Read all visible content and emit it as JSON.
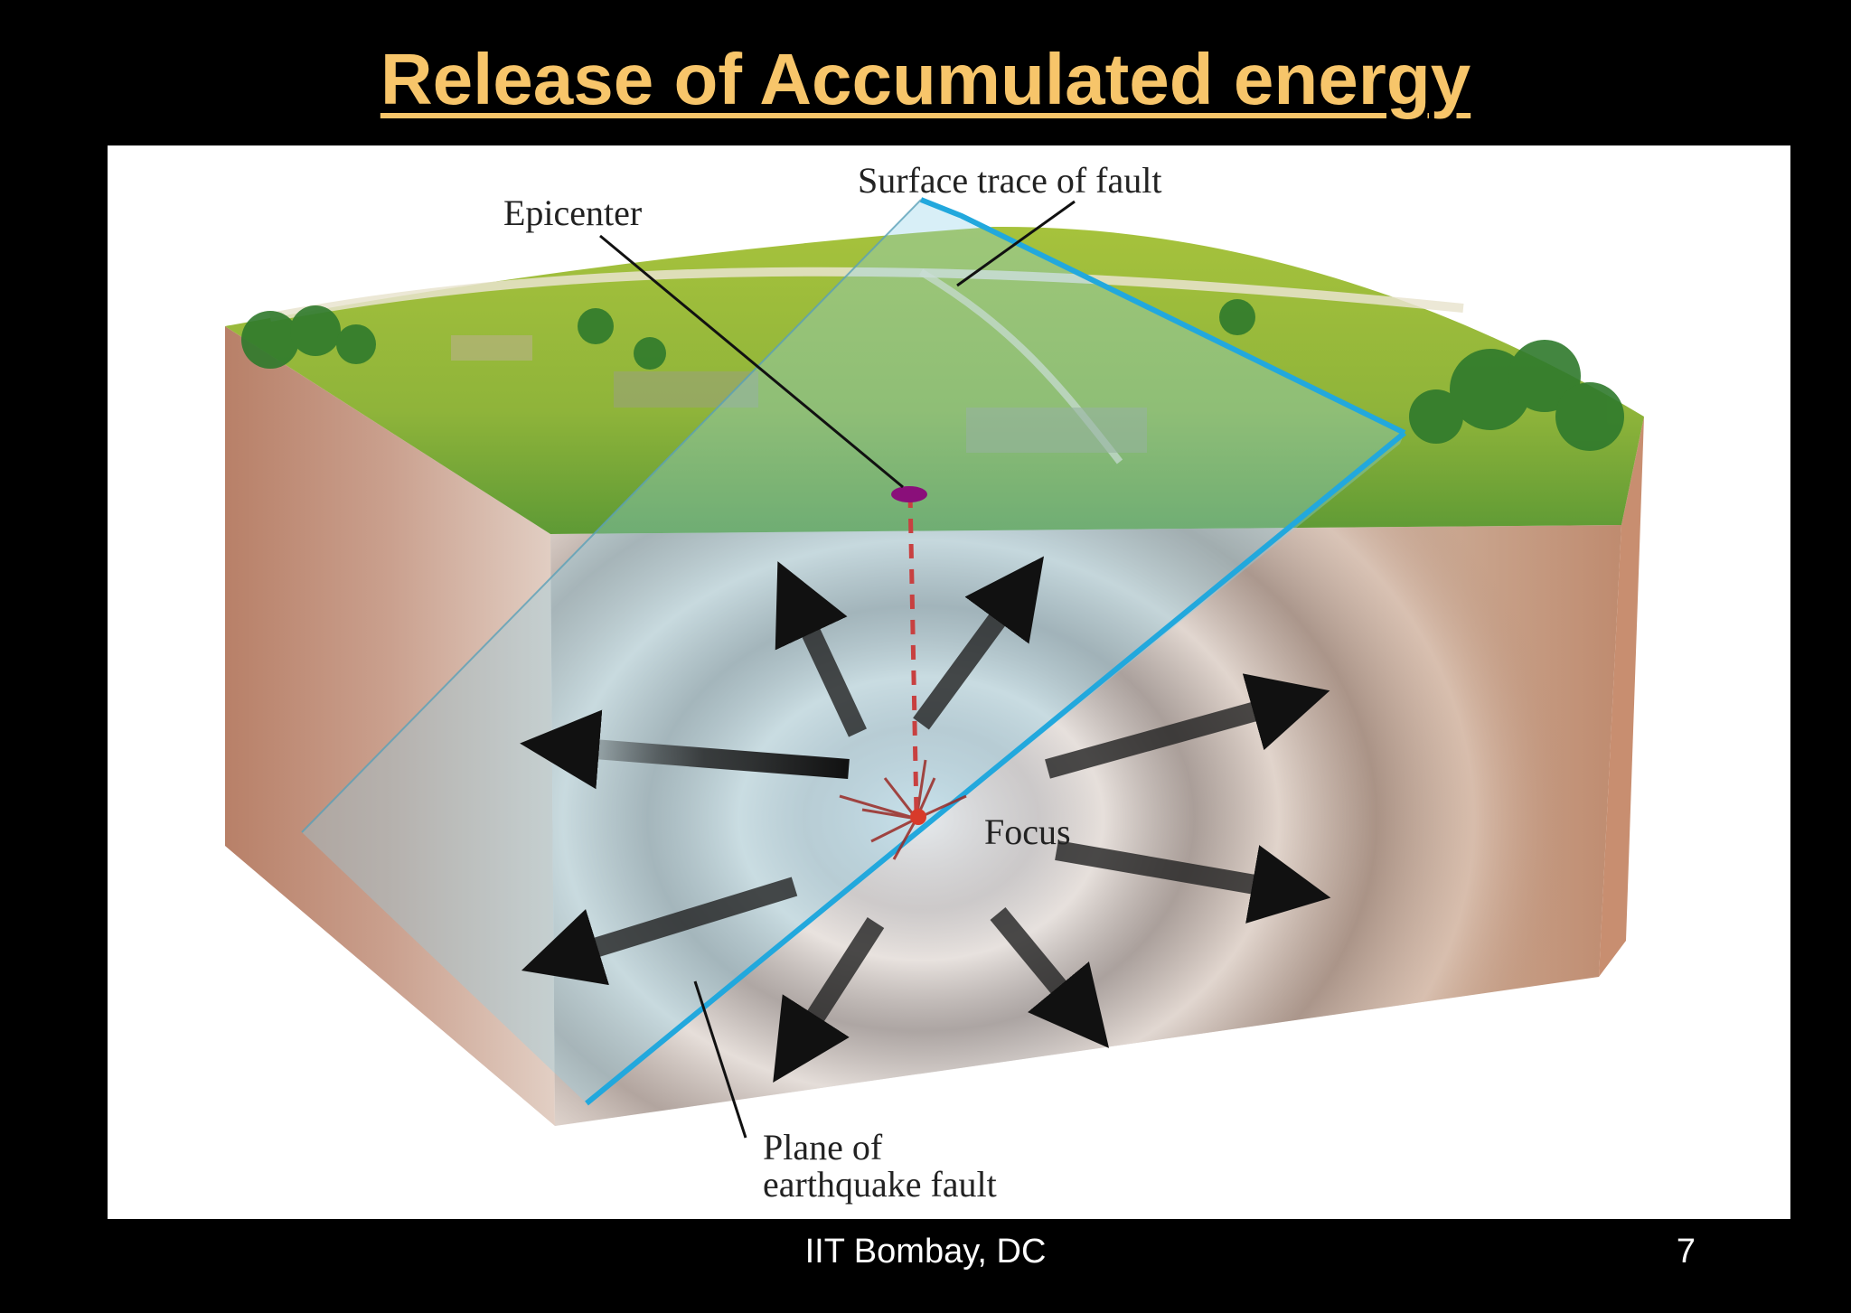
{
  "slide": {
    "title": "Release of Accumulated energy",
    "footer_source": "IIT Bombay,  DC",
    "page_number": "7"
  },
  "diagram": {
    "labels": {
      "epicenter": "Epicenter",
      "surface_trace": "Surface trace of fault",
      "focus": "Focus",
      "fault_plane_line1": "Plane of",
      "fault_plane_line2": "earthquake fault"
    }
  },
  "colors": {
    "title": "#f7c56a",
    "background": "#000000",
    "fault_plane": "#22a8dd",
    "epicenter_marker": "#8a0f7a",
    "focus_marker": "#d83a2a"
  }
}
